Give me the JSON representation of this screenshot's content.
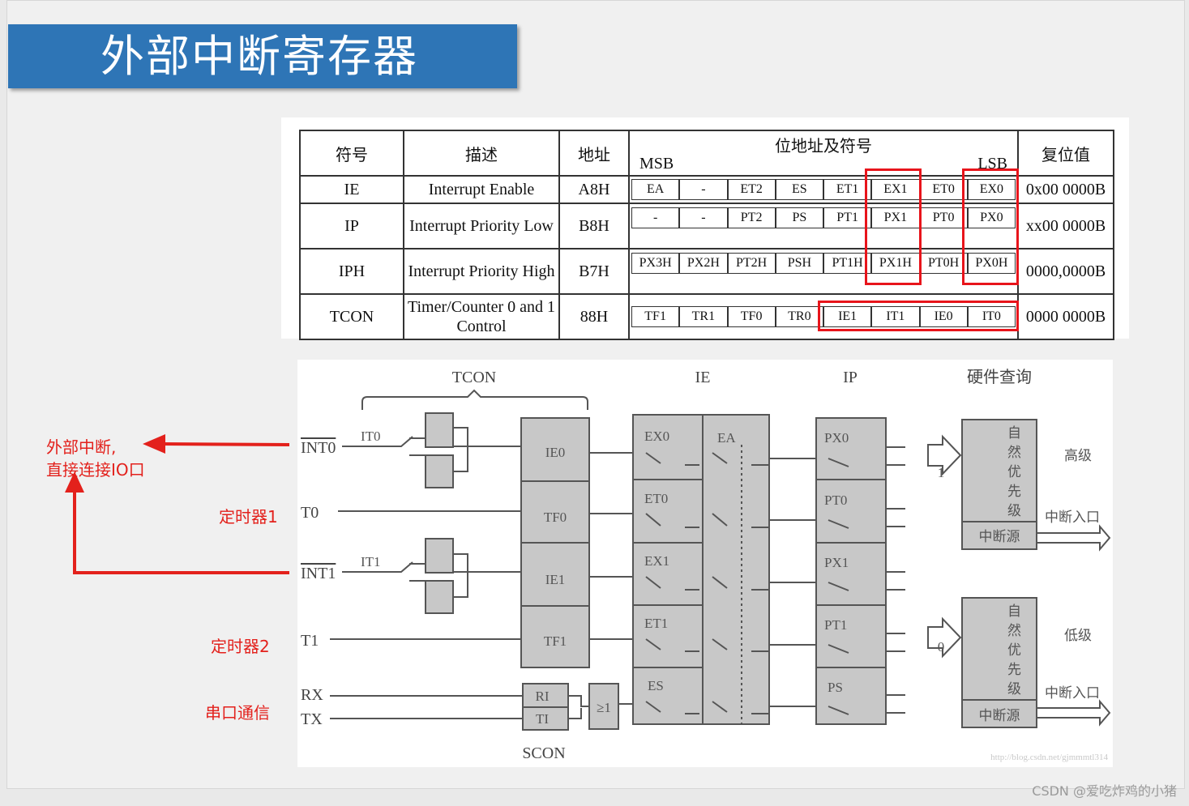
{
  "title": "外部中断寄存器",
  "table": {
    "headers": {
      "symbol": "符号",
      "desc": "描述",
      "addr": "地址",
      "bits": "位地址及符号",
      "msb": "MSB",
      "lsb": "LSB",
      "reset": "复位值"
    },
    "rows": [
      {
        "symbol": "IE",
        "desc": "Interrupt Enable",
        "addr": "A8H",
        "bits": [
          "EA",
          "-",
          "ET2",
          "ES",
          "ET1",
          "EX1",
          "ET0",
          "EX0"
        ],
        "reset": "0x00 0000B"
      },
      {
        "symbol": "IP",
        "desc": "Interrupt Priority Low",
        "addr": "B8H",
        "bits": [
          "-",
          "-",
          "PT2",
          "PS",
          "PT1",
          "PX1",
          "PT0",
          "PX0"
        ],
        "reset": "xx00 0000B"
      },
      {
        "symbol": "IPH",
        "desc": "Interrupt Priority High",
        "addr": "B7H",
        "bits": [
          "PX3H",
          "PX2H",
          "PT2H",
          "PSH",
          "PT1H",
          "PX1H",
          "PT0H",
          "PX0H"
        ],
        "reset": "0000,0000B"
      },
      {
        "symbol": "TCON",
        "desc": "Timer/Counter 0 and 1 Control",
        "addr": "88H",
        "bits": [
          "TF1",
          "TR1",
          "TF0",
          "TR0",
          "IE1",
          "IT1",
          "IE0",
          "IT0"
        ],
        "reset": "0000 0000B"
      }
    ]
  },
  "diagram": {
    "group_labels": {
      "tcon": "TCON",
      "ie": "IE",
      "ip": "IP",
      "query": "硬件查询",
      "scon": "SCON"
    },
    "inputs": [
      "INT0",
      "T0",
      "INT1",
      "T1",
      "RX",
      "TX"
    ],
    "tcon_bits": [
      "IE0",
      "TF0",
      "IE1",
      "TF1"
    ],
    "scon_bits": [
      "RI",
      "TI"
    ],
    "or_gate": "≥1",
    "it_labels": [
      "IT0",
      "IT1"
    ],
    "ie_bits": [
      "EX0",
      "ET0",
      "EX1",
      "ET1",
      "ES"
    ],
    "ea": "EA",
    "ip_bits": [
      "PX0",
      "PT0",
      "PX1",
      "PT1",
      "PS"
    ],
    "priority_high": {
      "chars": [
        "自",
        "然",
        "优",
        "先",
        "级"
      ],
      "source": "中断源",
      "level": "高级",
      "entry": "中断入口",
      "input": "1"
    },
    "priority_low": {
      "chars": [
        "自",
        "然",
        "优",
        "先",
        "级"
      ],
      "source": "中断源",
      "level": "低级",
      "entry": "中断入口",
      "input": "0"
    },
    "blog_watermark": "http://blog.csdn.net/gjmmmtl314"
  },
  "annotations": {
    "ext_interrupt_line1": "外部中断,",
    "ext_interrupt_line2": "直接连接IO口",
    "timer1": "定时器1",
    "timer2": "定时器2",
    "serial": "串口通信"
  },
  "watermark": "CSDN @爱吃炸鸡的小猪",
  "colors": {
    "title_bg": "#2e75b6",
    "highlight": "#e8141b",
    "annotation": "#e3211c",
    "block": "#c8c8c8"
  }
}
